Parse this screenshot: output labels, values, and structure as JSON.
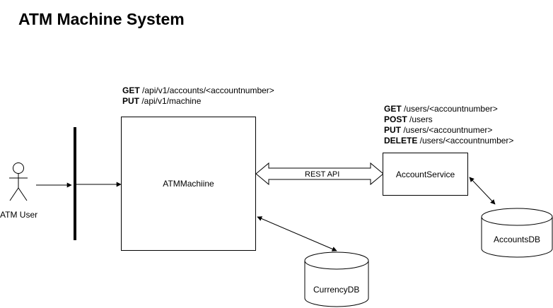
{
  "title": "ATM Machine System",
  "actor": {
    "label": "ATM User"
  },
  "atm_box": {
    "label": "ATMMachiine",
    "endpoints": [
      {
        "method": "GET",
        "path": " /api/v1/accounts/<accountnumber>"
      },
      {
        "method": "PUT",
        "path": " /api/v1/machine"
      }
    ]
  },
  "account_service": {
    "label": "AccountService",
    "endpoints": [
      {
        "method": "GET",
        "path": " /users/<accountnumber>"
      },
      {
        "method": "POST",
        "path": " /users"
      },
      {
        "method": "PUT",
        "path": " /users/<accountnumer>"
      },
      {
        "method": "DELETE",
        "path": " /users/<accountnumber>"
      }
    ]
  },
  "rest_link": {
    "label": "REST API"
  },
  "databases": {
    "accounts": {
      "label": "AccountsDB"
    },
    "currency": {
      "label": "CurrencyDB"
    }
  }
}
